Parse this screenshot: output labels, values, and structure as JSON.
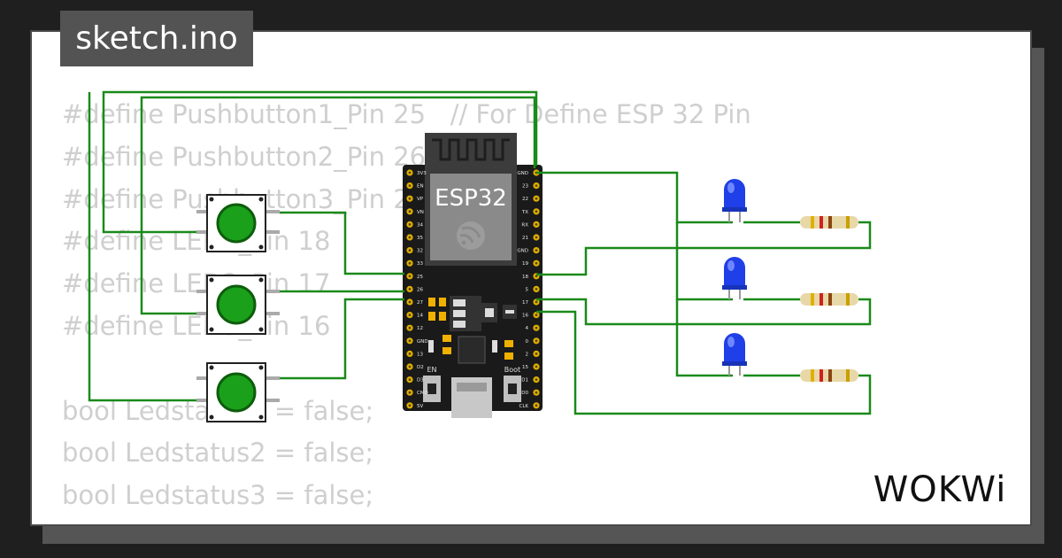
{
  "file_tab": {
    "label": "sketch.ino"
  },
  "code_lines": [
    "#define Pushbutton1_Pin 25   // For Define ESP 32 Pin",
    "#define Pushbutton2_Pin 26",
    "#define Pushbutton3_Pin 27",
    "#define LED1_Pin 18",
    "#define LED2_Pin 17",
    "#define LED3_Pin 16",
    "",
    "bool Ledstatus1 = false;",
    "bool Ledstatus2 = false;",
    "bool Ledstatus3 = false;"
  ],
  "board": {
    "chip_label": "ESP32",
    "left_pins": [
      "3V3",
      "EN",
      "VP",
      "VN",
      "34",
      "35",
      "32",
      "33",
      "25",
      "26",
      "27",
      "14",
      "12",
      "GND",
      "13",
      "D2",
      "D3",
      "CMD",
      "5V"
    ],
    "right_pins": [
      "GND",
      "23",
      "22",
      "TX",
      "RX",
      "21",
      "GND",
      "19",
      "18",
      "5",
      "17",
      "16",
      "4",
      "0",
      "2",
      "15",
      "D1",
      "D0",
      "CLK"
    ],
    "en_button_label": "EN",
    "boot_button_label": "Boot"
  },
  "brand": {
    "logo_text": "WOKWi"
  },
  "colors": {
    "wire": "#1a8a1a",
    "board": "#1a1a1a",
    "led": "#1f3fe8",
    "button_cap": "#1aa01a",
    "code_text": "#cfcfcf",
    "tab_bg": "#535353"
  }
}
